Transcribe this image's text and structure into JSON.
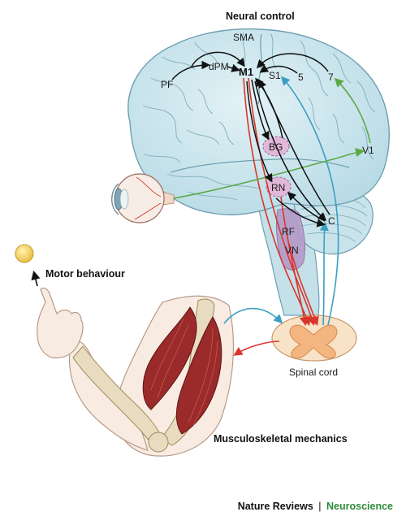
{
  "title": "Neural control",
  "regions": {
    "sma": "SMA",
    "dpm": "dPM",
    "m1": "M1",
    "s1": "S1",
    "area5": "5",
    "area7": "7",
    "pf": "PF",
    "v1": "V1",
    "bg": "BG",
    "rn": "RN",
    "rf": "RF",
    "vn": "VN",
    "c": "C"
  },
  "labels": {
    "motor_behaviour": "Motor behaviour",
    "spinal_cord": "Spinal cord",
    "mechanics": "Musculoskeletal mechanics"
  },
  "footer": {
    "journal": "Nature Reviews",
    "separator": "|",
    "section": "Neuroscience"
  },
  "colors": {
    "brain": "#cfe8ef",
    "brain_outline": "#6e9fb0",
    "nucleus": "#e2b8da",
    "muscle": "#9b2a2a",
    "bone": "#e8dcc0",
    "skin": "#f8ece2",
    "pathway_red": "#d9362b",
    "pathway_blue": "#3c9ec2",
    "pathway_green": "#5aaa45",
    "spinal_gray": "#f4b680",
    "target": "#f3d46a",
    "accent": "#2e8b3a"
  }
}
